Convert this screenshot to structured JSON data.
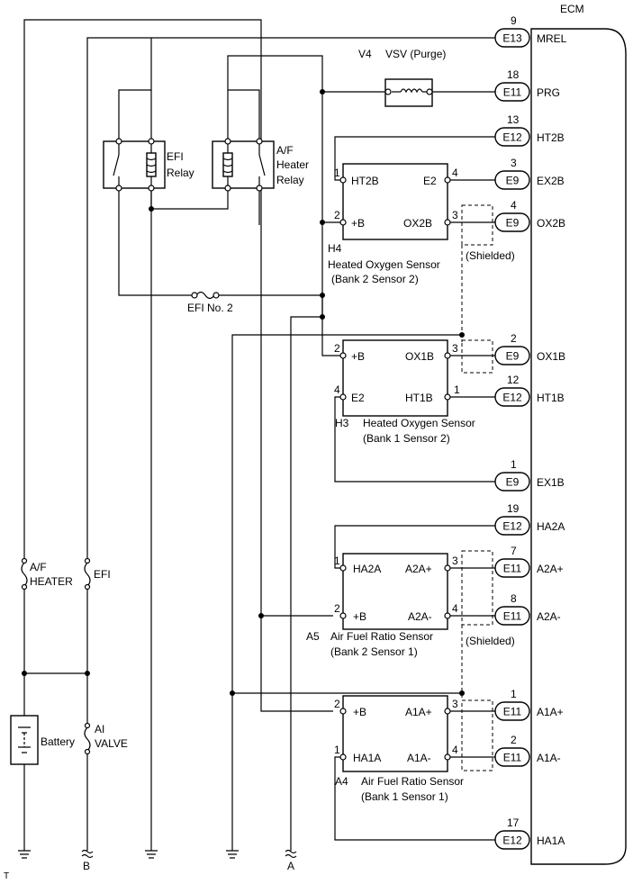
{
  "ecm": {
    "label": "ECM",
    "pins": [
      {
        "num": "9",
        "conn": "E13",
        "name": "MREL"
      },
      {
        "num": "18",
        "conn": "E11",
        "name": "PRG"
      },
      {
        "num": "13",
        "conn": "E12",
        "name": "HT2B"
      },
      {
        "num": "3",
        "conn": "E9",
        "name": "EX2B"
      },
      {
        "num": "4",
        "conn": "E9",
        "name": "OX2B"
      },
      {
        "num": "2",
        "conn": "E9",
        "name": "OX1B"
      },
      {
        "num": "12",
        "conn": "E12",
        "name": "HT1B"
      },
      {
        "num": "1",
        "conn": "E9",
        "name": "EX1B"
      },
      {
        "num": "19",
        "conn": "E12",
        "name": "HA2A"
      },
      {
        "num": "7",
        "conn": "E11",
        "name": "A2A+"
      },
      {
        "num": "8",
        "conn": "E11",
        "name": "A2A-"
      },
      {
        "num": "1",
        "conn": "E11",
        "name": "A1A+"
      },
      {
        "num": "2",
        "conn": "E11",
        "name": "A1A-"
      },
      {
        "num": "17",
        "conn": "E12",
        "name": "HA1A"
      }
    ]
  },
  "vsv": {
    "id": "V4",
    "name": "VSV (Purge)"
  },
  "relays": {
    "efi": [
      "EFI",
      "Relay"
    ],
    "af": [
      "A/F",
      "Heater",
      "Relay"
    ]
  },
  "fuses": {
    "efi_no2": "EFI No. 2",
    "af_heater": [
      "A/F",
      "HEATER"
    ],
    "efi": "EFI",
    "ai_valve": [
      "AI",
      "VALVE"
    ]
  },
  "battery": "Battery",
  "sensors": {
    "h4": {
      "id": "H4",
      "name": "Heated Oxygen Sensor",
      "sub": "(Bank 2 Sensor 2)",
      "pins": [
        {
          "n": "1",
          "l": "HT2B"
        },
        {
          "n": "4",
          "l": "E2"
        },
        {
          "n": "2",
          "l": "+B"
        },
        {
          "n": "3",
          "l": "OX2B"
        }
      ]
    },
    "h3": {
      "id": "H3",
      "name": "Heated Oxygen Sensor",
      "sub": "(Bank 1 Sensor 2)",
      "pins": [
        {
          "n": "2",
          "l": "+B"
        },
        {
          "n": "3",
          "l": "OX1B"
        },
        {
          "n": "4",
          "l": "E2"
        },
        {
          "n": "1",
          "l": "HT1B"
        }
      ]
    },
    "a5": {
      "id": "A5",
      "name": "Air Fuel Ratio Sensor",
      "sub": "(Bank 2 Sensor 1)",
      "pins": [
        {
          "n": "1",
          "l": "HA2A"
        },
        {
          "n": "3",
          "l": "A2A+"
        },
        {
          "n": "2",
          "l": "+B"
        },
        {
          "n": "4",
          "l": "A2A-"
        }
      ]
    },
    "a4": {
      "id": "A4",
      "name": "Air Fuel Ratio Sensor",
      "sub": "(Bank 1 Sensor 1)",
      "pins": [
        {
          "n": "2",
          "l": "+B"
        },
        {
          "n": "3",
          "l": "A1A+"
        },
        {
          "n": "1",
          "l": "HA1A"
        },
        {
          "n": "4",
          "l": "A1A-"
        }
      ]
    }
  },
  "shielded": "(Shielded)",
  "bottom": {
    "b": "B",
    "a": "A",
    "t": "T"
  }
}
